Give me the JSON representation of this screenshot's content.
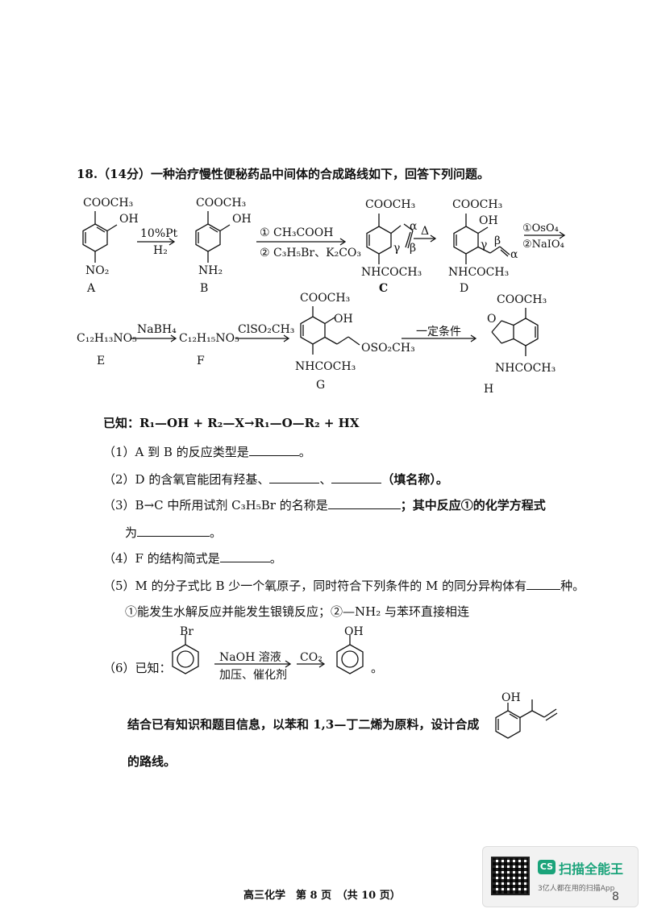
{
  "question": {
    "header": "18.（14分）一种治疗慢性便秘药品中间体的合成路线如下，回答下列问题。"
  },
  "scheme": {
    "compounds": {
      "A": {
        "label": "A",
        "top": "COOCH₃",
        "oh": "OH",
        "bottom": "NO₂"
      },
      "B": {
        "label": "B",
        "top": "COOCH₃",
        "oh": "OH",
        "bottom": "NH₂"
      },
      "C": {
        "label": "C",
        "top": "COOCH₃",
        "bottom": "NHCOCH₃",
        "alpha": "α",
        "beta": "β",
        "gamma": "γ"
      },
      "D": {
        "label": "D",
        "top": "COOCH₃",
        "oh": "OH",
        "bottom": "NHCOCH₃",
        "alpha": "α",
        "beta": "β",
        "gamma": "γ"
      },
      "E": {
        "label": "E",
        "formula": "C₁₂H₁₃NO₅"
      },
      "F": {
        "label": "F",
        "formula": "C₁₂H₁₅NO₅"
      },
      "G": {
        "label": "G",
        "top": "COOCH₃",
        "oh": "OH",
        "side": "OSO₂CH₃",
        "bottom": "NHCOCH₃"
      },
      "H": {
        "label": "H",
        "top": "COOCH₃",
        "bottom": "NHCOCH₃"
      }
    },
    "arrows": {
      "ab_top": "10%Pt",
      "ab_bottom": "H₂",
      "bc_top": "① CH₃COOH",
      "bc_bottom": "② C₃H₅Br、K₂CO₃",
      "cd_top": "Δ",
      "d_top": "①OsO₄",
      "d_bottom": "②NaIO₄",
      "ef_top": "NaBH₄",
      "fg_top": "ClSO₂CH₃",
      "gh_top": "一定条件"
    }
  },
  "known": "已知：R₁—OH + R₂—X→R₁—O—R₂ + HX",
  "items": {
    "q1": "（1）A 到 B 的反应类型是",
    "q1_end": "。",
    "q2_a": "（2）D 的含氧官能团有羟基、",
    "q2_sep": "、",
    "q2_end": "（填名称）。",
    "q3_a": "（3）B→C 中所用试剂 C₃H₅Br 的名称是",
    "q3_b": "；其中反应①的化学方程式",
    "q3_c": "为",
    "q3_end": "。",
    "q4": "（4）F 的结构简式是",
    "q4_end": "。",
    "q5_a": "（5）M 的分子式比 B 少一个氧原子，同时符合下列条件的 M 的同分异构体有",
    "q5_end": "种。",
    "q5_cond": "①能发生水解反应并能发生银镜反应；②—NH₂ 与苯环直接相连",
    "q6_prefix": "（6）已知：",
    "q6_br": "Br",
    "q6_arrow1_top": "NaOH 溶液",
    "q6_arrow1_bottom": "加压、催化剂",
    "q6_arrow2_top": "CO₂",
    "q6_oh": "OH",
    "q6_end": "。",
    "q6_b": "结合已有知识和题目信息，以苯和 1,3—丁二烯为原料，设计合成",
    "q6_target_oh": "OH",
    "q6_c": "的路线。"
  },
  "footer": {
    "text": "高三化学　第 8 页　（共 10 页）",
    "badge_title": "扫描全能王",
    "badge_sub": "3亿人都在用的扫描App",
    "badge_logo": "CS",
    "corner_num": "8"
  }
}
